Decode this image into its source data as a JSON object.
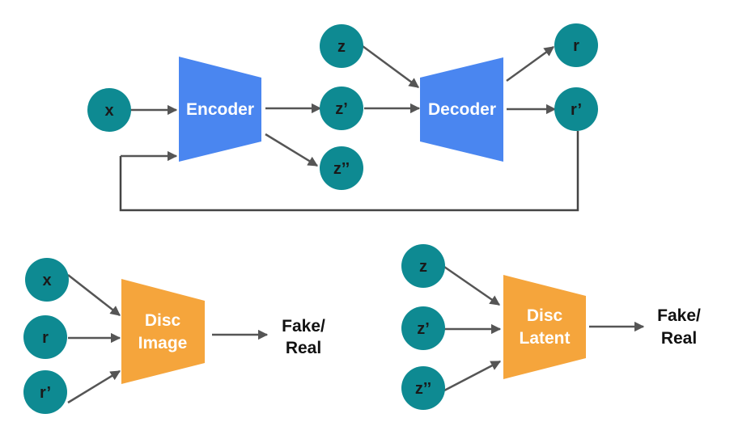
{
  "colors": {
    "node": "#0e8a92",
    "encoder_decoder": "#4a86f0",
    "discriminator": "#f5a53c",
    "arrow": "#555555"
  },
  "autoencoder": {
    "input_x": "x",
    "encoder": "Encoder",
    "latent_z_prime": "z’",
    "latent_z_double_prime": "z’’",
    "prior_z": "z",
    "decoder": "Decoder",
    "recon_r": "r",
    "recon_r_prime": "r’"
  },
  "disc_image": {
    "inputs": [
      "x",
      "r",
      "r’"
    ],
    "label_line1": "Disc",
    "label_line2": "Image",
    "output_line1": "Fake/",
    "output_line2": "Real"
  },
  "disc_latent": {
    "inputs": [
      "z",
      "z’",
      "z’’"
    ],
    "label_line1": "Disc",
    "label_line2": "Latent",
    "output_line1": "Fake/",
    "output_line2": "Real"
  }
}
